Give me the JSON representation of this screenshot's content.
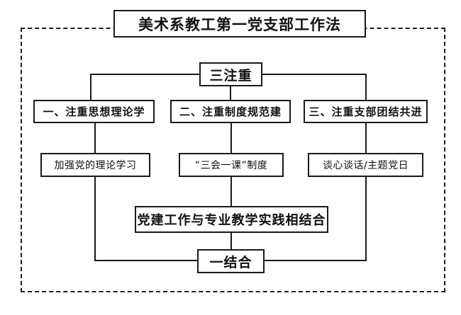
{
  "diagram": {
    "type": "flowchart",
    "title": "美术系教工第一党支部工作法",
    "focus_node": "三注重",
    "combine_node": "一结合",
    "branches": [
      {
        "label": "一、注重思想理论学",
        "detail": "加强党的理论学习"
      },
      {
        "label": "二、注重制度规范建",
        "detail": "“三会一课”制度"
      },
      {
        "label": "三、注重支部团结共进",
        "detail": "谈心谈话/主题党日"
      }
    ],
    "combine_detail": "党建工作与专业教学实践相结合",
    "colors": {
      "line": "#1a1a1a",
      "box_border": "#1a1a1a",
      "background": "#ffffff",
      "text": "#111111"
    }
  }
}
